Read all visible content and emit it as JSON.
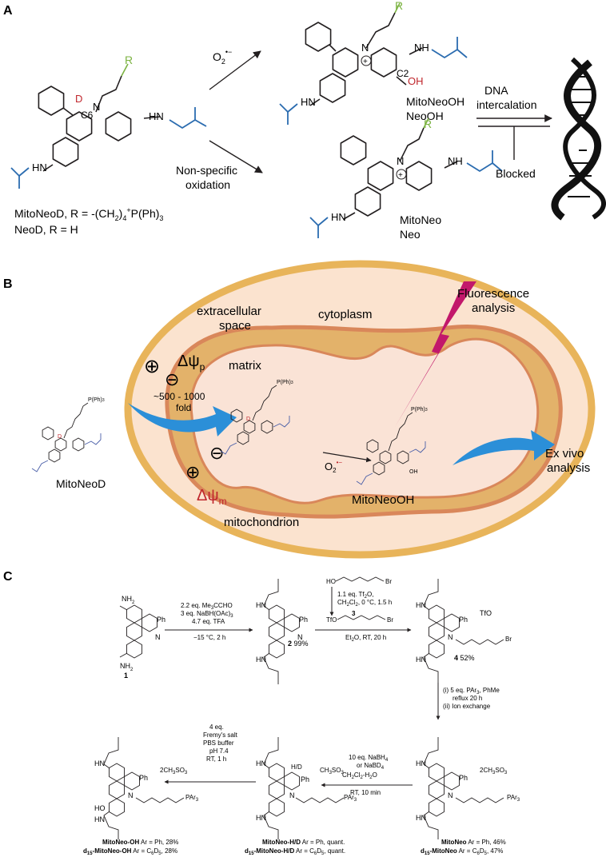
{
  "panel_a": {
    "label": "A",
    "reactant_atoms": {
      "D": "D",
      "C6": "C6",
      "N": "N",
      "R": "R",
      "HN_left": "HN",
      "NH_right": "H​N"
    },
    "reactant_caption_1": "MitoNeoD, R = -(CH",
    "reactant_caption_1_sub": "2",
    "reactant_caption_1_tail": ")",
    "reactant_caption_1_sub2": "4",
    "reactant_caption_1_sup": "+",
    "reactant_caption_1_end": "P(Ph)",
    "reactant_caption_1_sub3": "3",
    "reactant_caption_2": "NeoD, R = H",
    "superoxide": "O",
    "superoxide_sub": "2",
    "superoxide_sup": "•−",
    "nonspecific_1": "Non-specific",
    "nonspecific_2": "oxidation",
    "product_top_atoms": {
      "N": "N",
      "plus": "+",
      "C2": "C2",
      "OH": "OH",
      "R": "R",
      "NH": "N​H",
      "HN": "HN"
    },
    "product_top_name_1": "MitoNeoOH",
    "product_top_name_2": "NeoOH",
    "product_bottom_atoms": {
      "N": "N",
      "plus": "+",
      "R": "R",
      "NH": "N​H",
      "HN": "HN"
    },
    "product_bottom_name_1": "MitoNeo",
    "product_bottom_name_2": "Neo",
    "dna_1": "DNA",
    "dna_2": "intercalation",
    "blocked": "Blocked"
  },
  "panel_b": {
    "label": "B",
    "fluorescence_1": "Fluorescence",
    "fluorescence_2": "analysis",
    "extracellular_1": "extracellular",
    "extracellular_2": "space",
    "cytoplasm": "cytoplasm",
    "matrix": "matrix",
    "delta_psi": "Δψ",
    "delta_psi_p_sub": "p",
    "delta_psi_m_sub": "m",
    "plus": "⊕",
    "minus": "⊖",
    "fold_1": "~500 - 1000",
    "fold_2": "fold",
    "mitochondrion": "mitochondrion",
    "probe_left": "MitoNeoD",
    "probe_right": "MitoNeoOH",
    "ex_vivo_1": "Ex vivo",
    "ex_vivo_2": "analysis",
    "pph3": "P(Ph)",
    "pph3_sub": "3",
    "d_atom": "D",
    "o2": "O",
    "o2_sub": "2",
    "o2_sup": "•−",
    "oh_small": "OH"
  },
  "panel_c": {
    "label": "C",
    "cmpd1_label": "1",
    "cmpd1_nh2_top": "NH",
    "cmpd1_nh2_bot": "NH",
    "nh2_sub": "2",
    "ph": "Ph",
    "n": "N",
    "step1_l1": "2.2 eq. Me",
    "step1_l1b": "3",
    "step1_l1c": "CCHO",
    "step1_l2": "3 eq. NaBH(OAc)",
    "step1_l2b": "3",
    "step1_l3": "4.7 eq. TFA",
    "step1_l4": "−15 °C, 2 h",
    "cmpd2_label": "2",
    "cmpd2_yield": " 99%",
    "hn": "HN",
    "step2_ho": "HO",
    "step2_br": "Br",
    "step2_l1": "1.1 eq. Tf",
    "step2_l1b": "2",
    "step2_l1c": "O,",
    "step2_l2": "CH",
    "step2_l2b": "2",
    "step2_l2c": "Cl",
    "step2_l2d": "2",
    "step2_l2e": ", 0 °C, 1.5 h",
    "step2_tfo": "TfO",
    "step2_num": "3",
    "step2_l3": "Et",
    "step2_l3b": "2",
    "step2_l3c": "O, RT, 20 h",
    "cmpd4_label": "4",
    "cmpd4_yield": " 52%",
    "tfo_minus": "TfO",
    "step3_l1": "(i) 5 eq. PAr",
    "step3_l1b": "3",
    "step3_l1c": ", PhMe",
    "step3_l2": "reflux 20 h",
    "step3_l3": "(ii) Ion exchange",
    "anion_2": "2CH",
    "anion_b": "3",
    "anion_c": "SO",
    "anion_d": "3",
    "anion_1": "CH",
    "par3": "PAr",
    "par3_sub": "3",
    "step4_l1": "10 eq. NaBH",
    "step4_l1b": "4",
    "step4_l2": "or NaBD",
    "step4_l2b": "4",
    "step4_l3": "CH",
    "step4_l3b": "2",
    "step4_l3c": "Cl",
    "step4_l3d": "2",
    "step4_l3e": "-H",
    "step4_l3f": "2",
    "step4_l3g": "O",
    "step4_l4": "RT, 10 min",
    "step5_l1": "4 eq.",
    "step5_l2": "Fremy's salt",
    "step5_l3": "PBS buffer",
    "step5_l4": "pH 7.4",
    "step5_l5": "RT, 1 h",
    "hd": "H/D",
    "ho": "HO",
    "mitoneo_bold": "MitoNeo",
    "mitoneo_ar": " Ar = Ph, 46%",
    "d15_bold": "d",
    "d15_sub": "15",
    "d15_mitoneo_bold": "-MitoNeo",
    "d15_mitoneo_ar": " Ar = C",
    "c6": "6",
    "d5": "D",
    "d5_sub": "5",
    "d15_mitoneo_pct": ", 47%",
    "mitoneohd_bold": "MitoNeo-H/D",
    "mitoneohd_ar": " Ar = Ph, quant.",
    "d15_mitoneohd_bold": "-MitoNeo-H/D",
    "d15_mitoneohd_pct": ", quant.",
    "mitoneooh_bold": "MitoNeo-OH",
    "mitoneooh_ar": " Ar = Ph, 28%",
    "d15_mitoneooh_bold": "-MitoNeo-OH",
    "d15_mitoneooh_pct": ", 28%"
  },
  "colors": {
    "blue_substituent": "#2b6cb0",
    "red_label": "#c0272d",
    "green_r": "#7cb342",
    "cell_outer": "#e8b45a",
    "cell_fill": "#fbe3cf",
    "mito_outer": "#d9875a",
    "mito_fill": "#e3b26a",
    "matrix_fill": "#fae3d6",
    "arrow_blue": "#2b8fd8",
    "bolt": "#c2186b"
  }
}
